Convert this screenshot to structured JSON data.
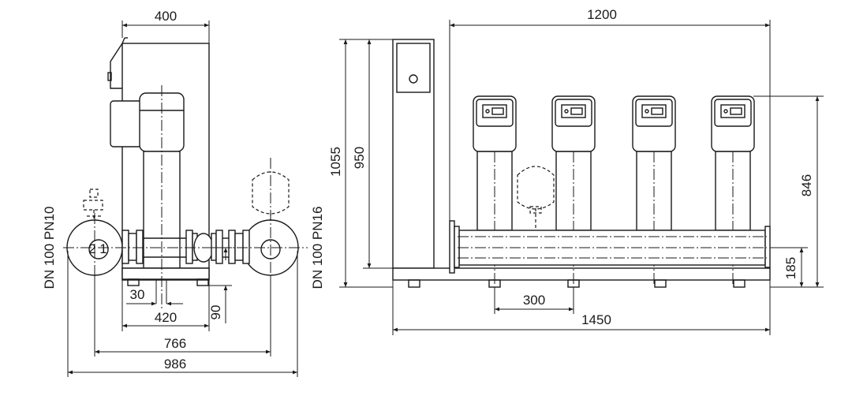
{
  "colors": {
    "line": "#1a1a1a",
    "background": "#ffffff"
  },
  "side_view": {
    "top_width": "400",
    "base_depth": "420",
    "offset_small": "30",
    "height_90": "90",
    "flange_span": "766",
    "overall_depth": "986",
    "connection_left": "DN 100 PN10",
    "connection_right": "DN 100 PN16",
    "pipe_marks": [
      "2",
      "1"
    ]
  },
  "front_view": {
    "top_width": "1200",
    "overall_height": "1055",
    "panel_height": "950",
    "pump_height": "846",
    "pipe_height": "185",
    "pump_spacing": "300",
    "overall_length": "1450"
  }
}
